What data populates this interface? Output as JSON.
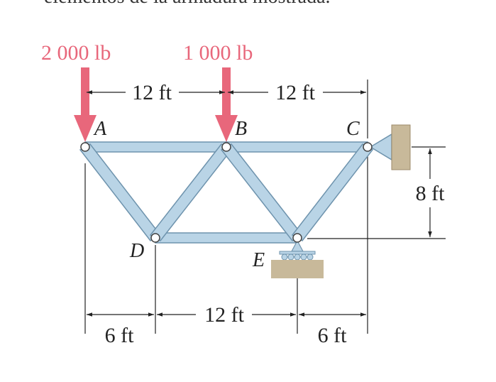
{
  "header": {
    "cut_text": "elementos de la armadura mostrada."
  },
  "loads": [
    {
      "id": "A",
      "label": "2 000 lb"
    },
    {
      "id": "B",
      "label": "1 000 lb"
    }
  ],
  "nodes": {
    "A": "A",
    "B": "B",
    "C": "C",
    "D": "D",
    "E": "E"
  },
  "dimensions": {
    "top_left": "12 ft",
    "top_right": "12 ft",
    "height": "8 ft",
    "bottom_left": "6 ft",
    "bottom_mid": "12 ft",
    "bottom_right": "6 ft"
  },
  "colors": {
    "member_fill": "#b9d4e6",
    "member_stroke": "#6e93ad",
    "load": "#e8677b",
    "support": "#c8b99a",
    "line": "#222222"
  }
}
